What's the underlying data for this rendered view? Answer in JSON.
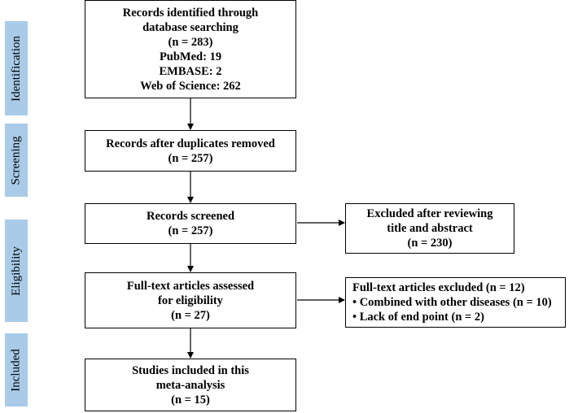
{
  "phases": {
    "identification": "Identification",
    "screening": "Screening",
    "eligibility": "Eligibility",
    "included": "Included"
  },
  "boxes": {
    "identified": [
      "Records identified through",
      "database searching",
      "(n = 283)",
      "PubMed: 19",
      "EMBASE: 2",
      "Web of Science: 262"
    ],
    "duplicates_removed": [
      "Records after duplicates removed",
      "(n = 257)"
    ],
    "screened": [
      "Records screened",
      "(n = 257)"
    ],
    "excluded_title_abstract": [
      "Excluded after reviewing",
      "title and abstract",
      "(n = 230)"
    ],
    "fulltext_assessed": [
      "Full-text articles assessed",
      "for eligibility",
      "(n = 27)"
    ],
    "fulltext_excluded": [
      "Full-text articles excluded (n = 12)",
      "• Combined with other diseases (n = 10)",
      "• Lack of end point (n = 2)"
    ],
    "included": [
      "Studies included in this",
      "meta-analysis",
      "(n = 15)"
    ]
  },
  "colors": {
    "phase_bar": "#a9cbe8",
    "border": "#000000"
  }
}
